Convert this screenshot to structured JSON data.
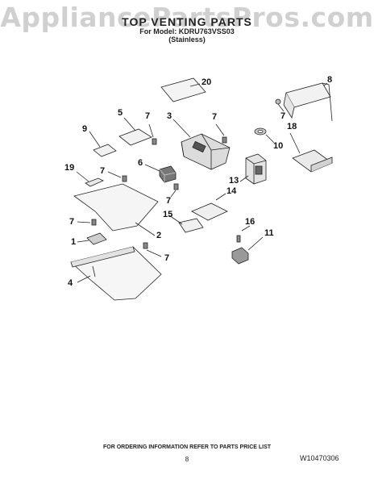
{
  "watermark": "AppliancePartsPros.com",
  "header": {
    "title": "TOP VENTING PARTS",
    "model_line": "For Model: KDRU763VSS03",
    "variant": "(Stainless)"
  },
  "callouts": {
    "c1": "1",
    "c2": "2",
    "c3": "3",
    "c4": "4",
    "c5": "5",
    "c6": "6",
    "c7a": "7",
    "c7b": "7",
    "c7c": "7",
    "c7d": "7",
    "c7e": "7",
    "c7f": "7",
    "c8": "8",
    "c9": "9",
    "c10": "10",
    "c11": "11",
    "c12": "13",
    "c14": "14",
    "c15": "15",
    "c16": "16",
    "c18": "18",
    "c19": "19",
    "c20": "20"
  },
  "footer": {
    "ordering_note": "FOR ORDERING INFORMATION REFER TO PARTS PRICE LIST",
    "page_number": "8",
    "document_number": "W10470306"
  },
  "colors": {
    "line": "#222222",
    "fill_light": "#f2f2f2",
    "fill_mid": "#d0d0d0",
    "fill_dark": "#555555"
  }
}
